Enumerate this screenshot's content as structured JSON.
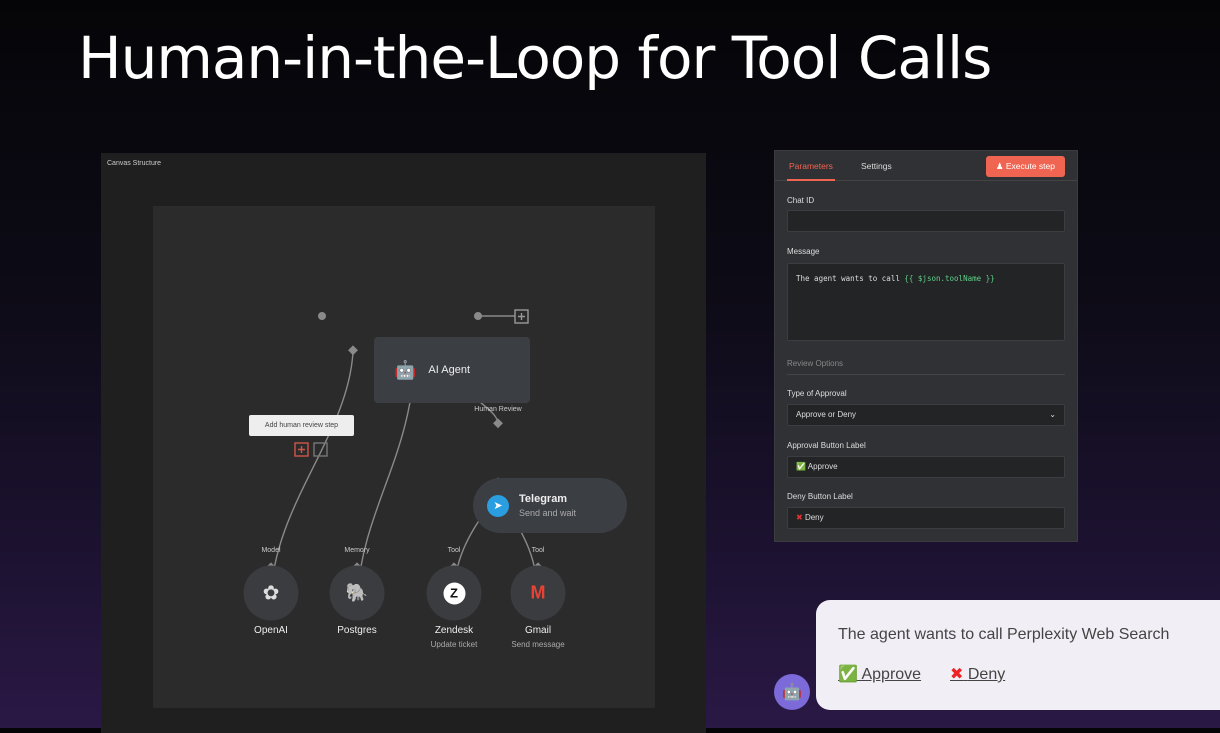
{
  "title": "Human-in-the-Loop for Tool Calls",
  "canvas": {
    "label": "Canvas Structure",
    "agent": {
      "label": "AI Agent",
      "icon": "robot-icon"
    },
    "tooltip": "Add human review step",
    "human_review_label": "Human Review",
    "telegram": {
      "title": "Telegram",
      "subtitle": "Send and wait"
    },
    "sub_nodes": [
      {
        "type": "Model",
        "name": "OpenAI",
        "sub": ""
      },
      {
        "type": "Memory",
        "name": "Postgres",
        "sub": ""
      },
      {
        "type": "Tool",
        "name": "Zendesk",
        "sub": "Update ticket"
      },
      {
        "type": "Tool",
        "name": "Gmail",
        "sub": "Send message"
      }
    ]
  },
  "panel": {
    "tabs": [
      "Parameters",
      "Settings"
    ],
    "execute_label": "Execute step",
    "chat_id_label": "Chat ID",
    "chat_id_value": "",
    "message_label": "Message",
    "message_text": "The agent wants to call ",
    "message_expr": "{{ $json.toolName }}",
    "review_section": "Review Options",
    "approval_type_label": "Type of Approval",
    "approval_type_value": "Approve or Deny",
    "approve_label": "Approval Button Label",
    "approve_value": "Approve",
    "deny_label": "Deny Button Label",
    "deny_value": "Deny"
  },
  "chat": {
    "message": "The agent wants to call Perplexity Web Search",
    "approve": "Approve",
    "deny": "Deny"
  },
  "colors": {
    "accent": "#f06552",
    "bot": "#7b6ad8"
  }
}
